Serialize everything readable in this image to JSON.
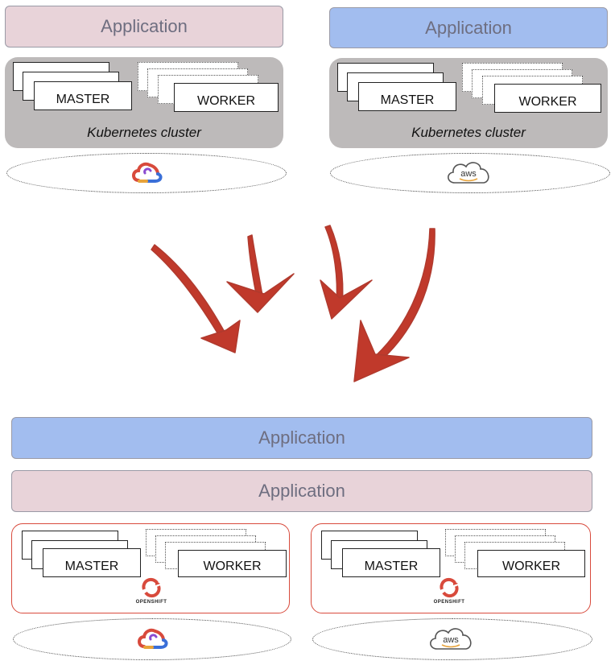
{
  "top": {
    "left": {
      "app_label": "Application",
      "master_label": "MASTER",
      "worker_label": "WORKER",
      "cluster_label": "Kubernetes cluster",
      "provider_icon": "google-cloud-icon"
    },
    "right": {
      "app_label": "Application",
      "master_label": "MASTER",
      "worker_label": "WORKER",
      "cluster_label": "Kubernetes cluster",
      "provider_icon": "aws-cloud-icon",
      "provider_text": "aws"
    }
  },
  "bottom": {
    "app_blue_label": "Application",
    "app_pink_label": "Application",
    "left": {
      "master_label": "MASTER",
      "worker_label": "WORKER",
      "platform_text": "OPENSHIFT",
      "provider_icon": "google-cloud-icon"
    },
    "right": {
      "master_label": "MASTER",
      "worker_label": "WORKER",
      "platform_text": "OPENSHIFT",
      "provider_icon": "aws-cloud-icon",
      "provider_text": "aws"
    }
  },
  "colors": {
    "pink_app": "#e8d3d9",
    "blue_app": "#a2bdef",
    "cluster_gray": "#bdbaba",
    "openshift_red": "#d84a3c",
    "arrow_red": "#c0392b"
  }
}
